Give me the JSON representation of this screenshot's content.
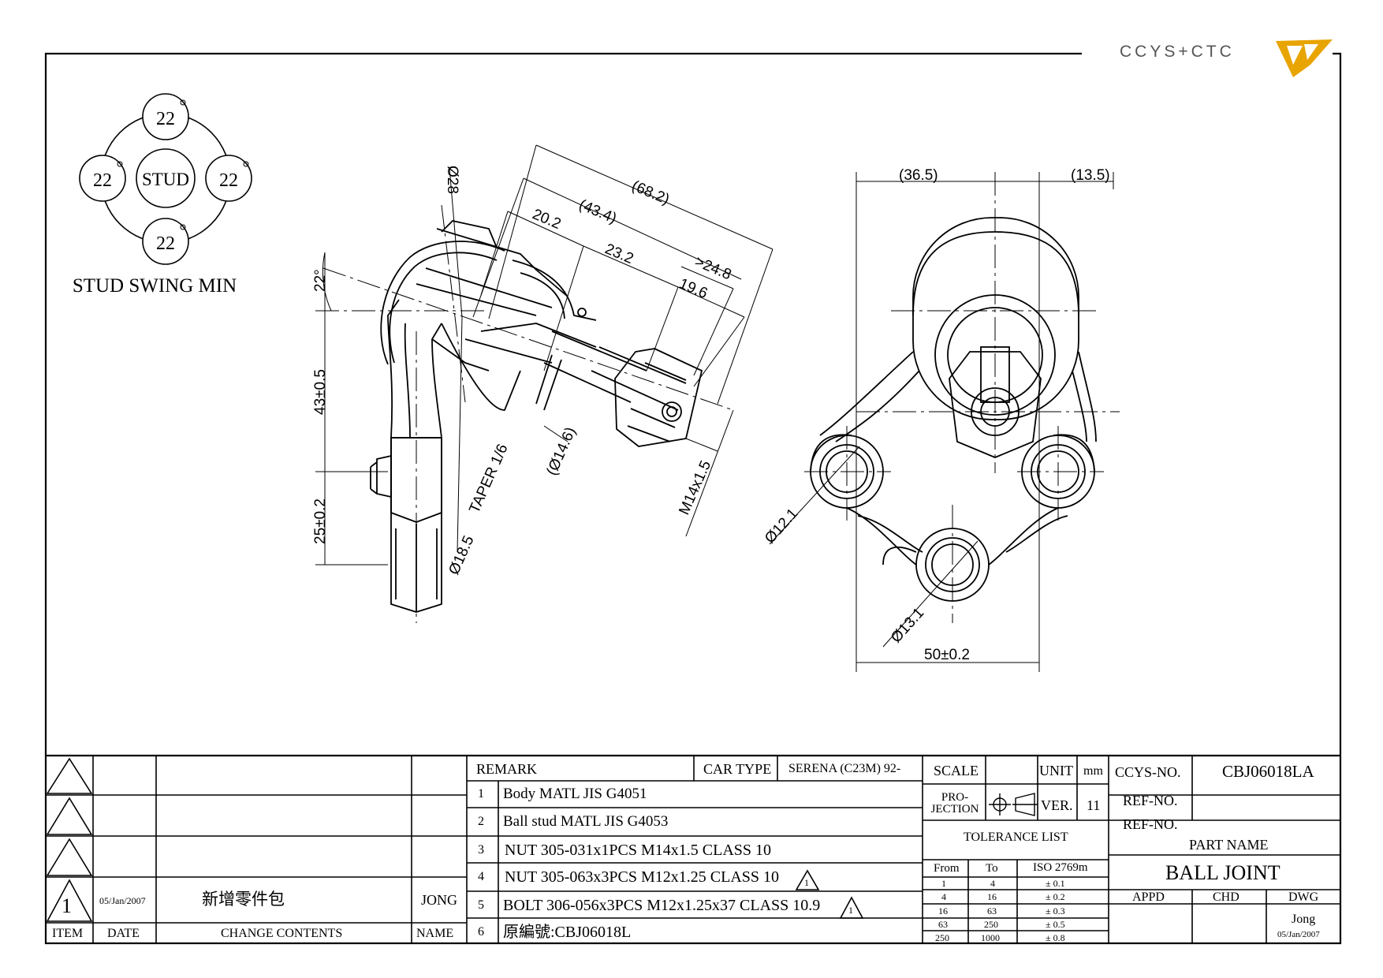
{
  "logo": {
    "text": "CCYS+CTC",
    "accent": "#e8a400"
  },
  "swing": {
    "angle_labels": [
      "22",
      "22",
      "22",
      "22"
    ],
    "center_label": "STUD",
    "caption": "STUD SWING MIN"
  },
  "dims": {
    "d28": "Ø28",
    "l682": "(68.2)",
    "l434": "(43.4)",
    "l202": "20.2",
    "l232": "23.2",
    "l248": ">24.8",
    "l196": "19.6",
    "a22": "22°",
    "h43": "43±0.5",
    "h25": "25±0.2",
    "taper": "TAPER 1/6",
    "d185": "Ø18.5",
    "d146": "(Ø14.6)",
    "m14": "M14x1.5",
    "l365": "(36.5)",
    "l135": "(13.5)",
    "d121": "Ø12.1",
    "d131": "Ø13.1",
    "w50": "50±0.2"
  },
  "colors": {
    "line": "#000000",
    "accent": "#e8a400"
  },
  "change_table": {
    "rows": [
      {
        "item": "",
        "date": "",
        "content": "",
        "name": ""
      },
      {
        "item": "",
        "date": "",
        "content": "",
        "name": ""
      },
      {
        "item": "",
        "date": "",
        "content": "",
        "name": ""
      },
      {
        "item": "1",
        "date": "05/Jan/2007",
        "content": "新增零件包",
        "name": "JONG"
      }
    ],
    "headers": {
      "item": "ITEM",
      "date": "DATE",
      "content": "CHANGE CONTENTS",
      "name": "NAME"
    }
  },
  "remarks": {
    "header": "REMARK",
    "car_type_label": "CAR TYPE",
    "car_type": "SERENA (C23M) 92-",
    "items": [
      {
        "no": "1",
        "text": "Body MATL JIS G4051"
      },
      {
        "no": "2",
        "text": "Ball stud MATL JIS G4053"
      },
      {
        "no": "3",
        "text": "NUT 305-031x1PCS M14x1.5 CLASS 10"
      },
      {
        "no": "4",
        "text": "NUT 305-063x3PCS M12x1.25 CLASS 10"
      },
      {
        "no": "5",
        "text": "BOLT 306-056x3PCS M12x1.25x37 CLASS 10.9"
      },
      {
        "no": "6",
        "text": "原編號:CBJ06018L"
      }
    ],
    "rev_mark": "1"
  },
  "info": {
    "scale_label": "SCALE",
    "scale_value": "",
    "unit_label": "UNIT",
    "unit_value": "mm",
    "projection_label": "PRO-JECTION",
    "ver_label": "VER.",
    "ver_value": "11",
    "tolerance_title": "TOLERANCE LIST",
    "tol_headers": [
      "From",
      "To",
      "ISO 2769m"
    ],
    "tol_rows": [
      [
        "1",
        "4",
        "± 0.1"
      ],
      [
        "4",
        "16",
        "± 0.2"
      ],
      [
        "16",
        "63",
        "± 0.3"
      ],
      [
        "63",
        "250",
        "± 0.5"
      ],
      [
        "250",
        "1000",
        "± 0.8"
      ]
    ]
  },
  "part": {
    "ccys_label": "CCYS-NO.",
    "ccys_no": "CBJ06018LA",
    "ref_label": "REF-NO.",
    "ref_values": [
      "",
      ""
    ],
    "name_label": "PART NAME",
    "name": "BALL JOINT",
    "appd": "APPD",
    "chd": "CHD",
    "dwg": "DWG",
    "drawn_by": "Jong",
    "drawn_date": "05/Jan/2007"
  }
}
